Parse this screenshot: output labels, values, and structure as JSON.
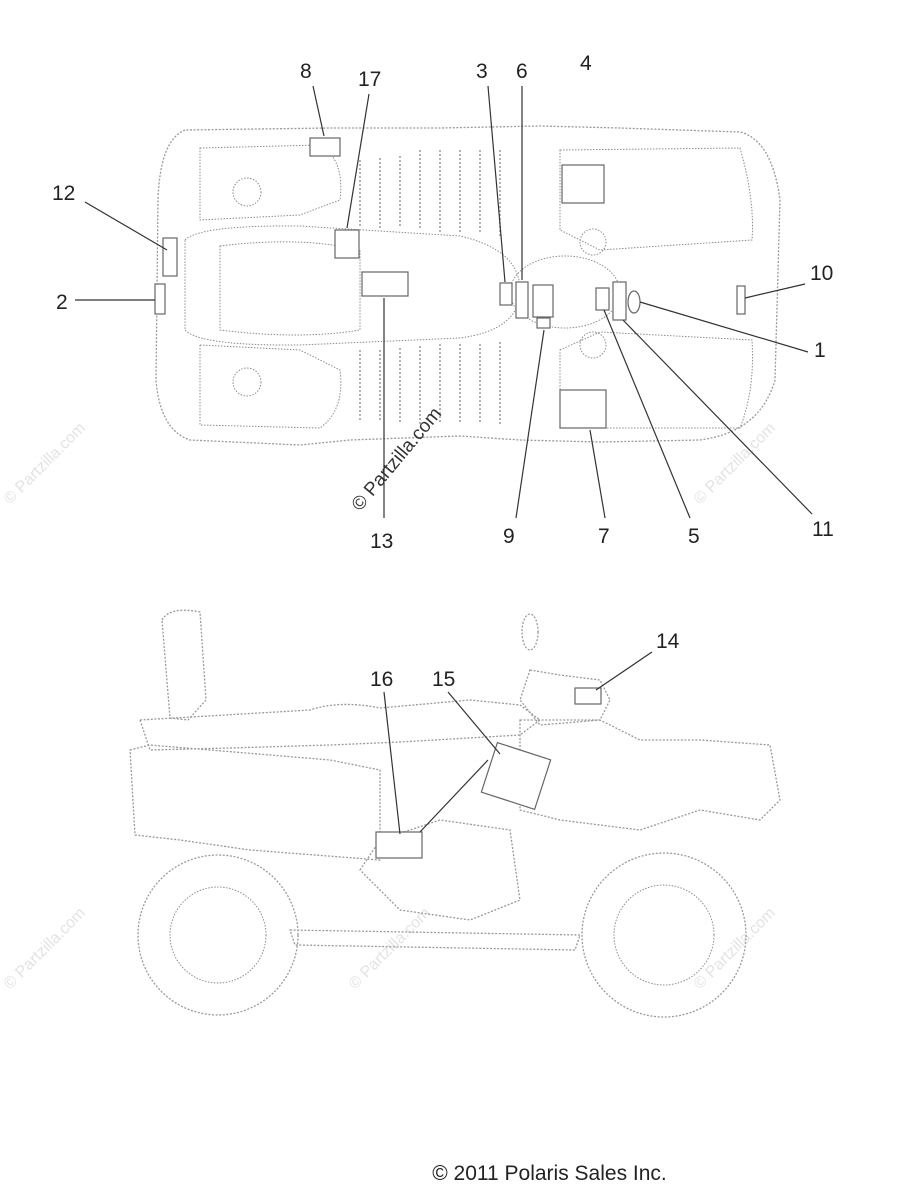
{
  "callouts_top": [
    "1",
    "2",
    "3",
    "4",
    "5",
    "6",
    "7",
    "8",
    "9",
    "10",
    "11",
    "12",
    "13",
    "17"
  ],
  "callouts_side": [
    "14",
    "15",
    "16"
  ],
  "watermark": "© Partzilla.com",
  "copyright": "© 2011 Polaris Sales Inc."
}
